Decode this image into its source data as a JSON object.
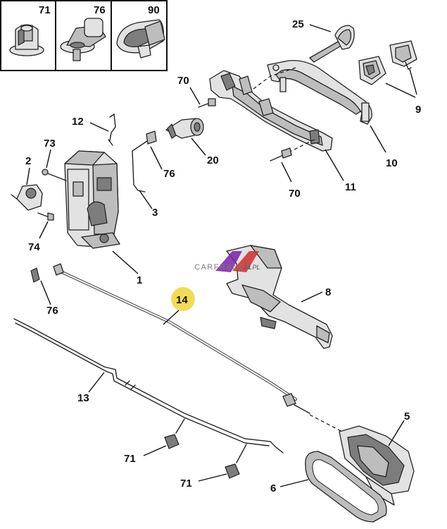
{
  "inset": {
    "labels": [
      "71",
      "76",
      "90"
    ]
  },
  "callouts": {
    "c25": "25",
    "c70a": "70",
    "c9": "9",
    "c10": "10",
    "c12": "12",
    "c73": "73",
    "c2": "2",
    "c20": "20",
    "c76a": "76",
    "c3": "3",
    "c70b": "70",
    "c11": "11",
    "c74": "74",
    "c1": "1",
    "c8": "8",
    "c14": "14",
    "c76b": "76",
    "c13": "13",
    "c5": "5",
    "c71a": "71",
    "c71b": "71",
    "c6": "6"
  },
  "highlight": {
    "label": "14",
    "color": "#f2dc55"
  },
  "watermark": {
    "text": "CARFRANCE",
    "suffix": "24.PL",
    "accent": "#7a1ea8",
    "accent2": "#d42a2a"
  }
}
